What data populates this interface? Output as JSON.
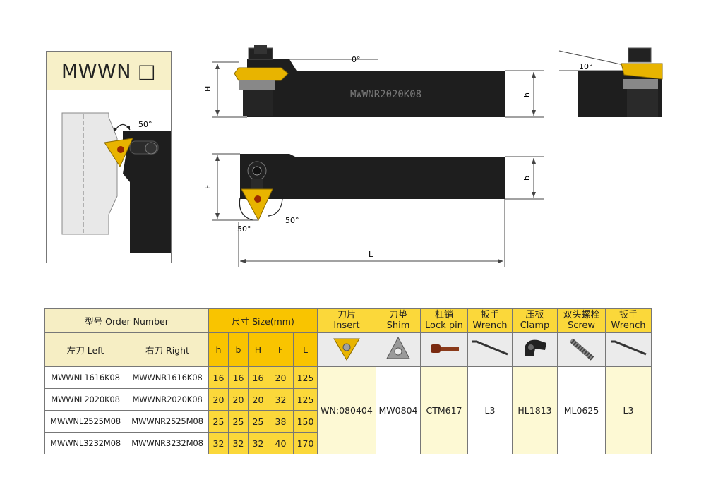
{
  "title": "MWWN □",
  "drawing": {
    "angle_top": "0°",
    "angle_side": "10°",
    "angle_left_box": "50°",
    "angle_left_plan": "50°",
    "angle_right_plan": "50°",
    "dim_H": "H",
    "dim_h": "h",
    "dim_F": "F",
    "dim_b": "b",
    "dim_L": "L",
    "engraving": "MWWNR2020K08"
  },
  "table": {
    "order_number_header": "型号 Order Number",
    "size_header": "尺寸 Size(mm)",
    "left_header": "左刀 Left",
    "right_header": "右刀 Right",
    "dims": [
      "h",
      "b",
      "H",
      "F",
      "L"
    ],
    "parts": [
      {
        "cn": "刀片",
        "en": "Insert",
        "value": "WN:080404",
        "icon": "insert-icon"
      },
      {
        "cn": "刀垫",
        "en": "Shim",
        "value": "MW0804",
        "icon": "shim-icon"
      },
      {
        "cn": "杠销",
        "en": "Lock pin",
        "value": "CTM617",
        "icon": "lock-pin-icon"
      },
      {
        "cn": "扳手",
        "en": "Wrench",
        "value": "L3",
        "icon": "wrench-icon"
      },
      {
        "cn": "压板",
        "en": "Clamp",
        "value": "HL1813",
        "icon": "clamp-icon"
      },
      {
        "cn": "双头螺栓",
        "en": "Screw",
        "value": "ML0625",
        "icon": "screw-icon"
      },
      {
        "cn": "扳手",
        "en": "Wrench",
        "value": "L3",
        "icon": "wrench-icon"
      }
    ],
    "rows": [
      {
        "left": "MWWNL1616K08",
        "right": "MWWNR1616K08",
        "h": "16",
        "b": "16",
        "H": "16",
        "F": "20",
        "L": "125"
      },
      {
        "left": "MWWNL2020K08",
        "right": "MWWNR2020K08",
        "h": "20",
        "b": "20",
        "H": "20",
        "F": "32",
        "L": "125"
      },
      {
        "left": "MWWNL2525M08",
        "right": "MWWNR2525M08",
        "h": "25",
        "b": "25",
        "H": "25",
        "F": "38",
        "L": "150"
      },
      {
        "left": "MWWNL3232M08",
        "right": "MWWNR3232M08",
        "h": "32",
        "b": "32",
        "H": "32",
        "F": "40",
        "L": "170"
      }
    ]
  },
  "colors": {
    "header_yellow": "#f6eec4",
    "header_orange": "#f9c400",
    "cell_orange": "#fbd83a",
    "insert_gold": "#e8b400",
    "holder_dark": "#1e1e1e"
  }
}
